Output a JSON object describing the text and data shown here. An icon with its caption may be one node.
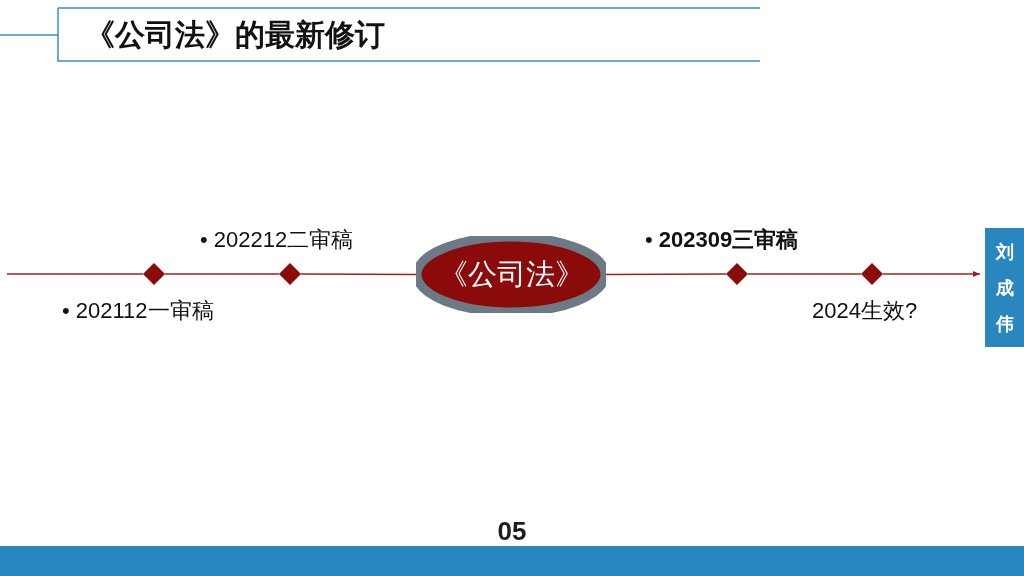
{
  "diagram": {
    "title": "《公司法》的最新修订",
    "nodes": [
      {
        "text": [],
        "shape": "diamond",
        "beside": [
          "• 202112一审稿"
        ]
      },
      {
        "text": [],
        "shape": "diamond",
        "beside": [
          "• 202212二审稿"
        ]
      },
      {
        "text": [
          "《公司法》"
        ]
      },
      {
        "text": [],
        "shape": "diamond",
        "beside": [
          "• **202309三审稿**"
        ]
      },
      {
        "text": [],
        "shape": "diamond",
        "beside": [
          "2024生效?"
        ]
      },
      {
        "text": [
          "刘成伟"
        ]
      }
    ],
    "edges": [
      {
        "from": null,
        "to": 0,
        "arrow": "none"
      },
      {
        "from": 0,
        "to": 1,
        "arrow": "none"
      },
      {
        "from": 1,
        "to": 2,
        "arrow": "none"
      },
      {
        "from": 2,
        "to": 3,
        "arrow": "none"
      },
      {
        "from": 3,
        "to": 4,
        "arrow": "none"
      },
      {
        "from": 4,
        "to": 5,
        "arrow": "to"
      }
    ],
    "labels": [
      "05"
    ]
  }
}
